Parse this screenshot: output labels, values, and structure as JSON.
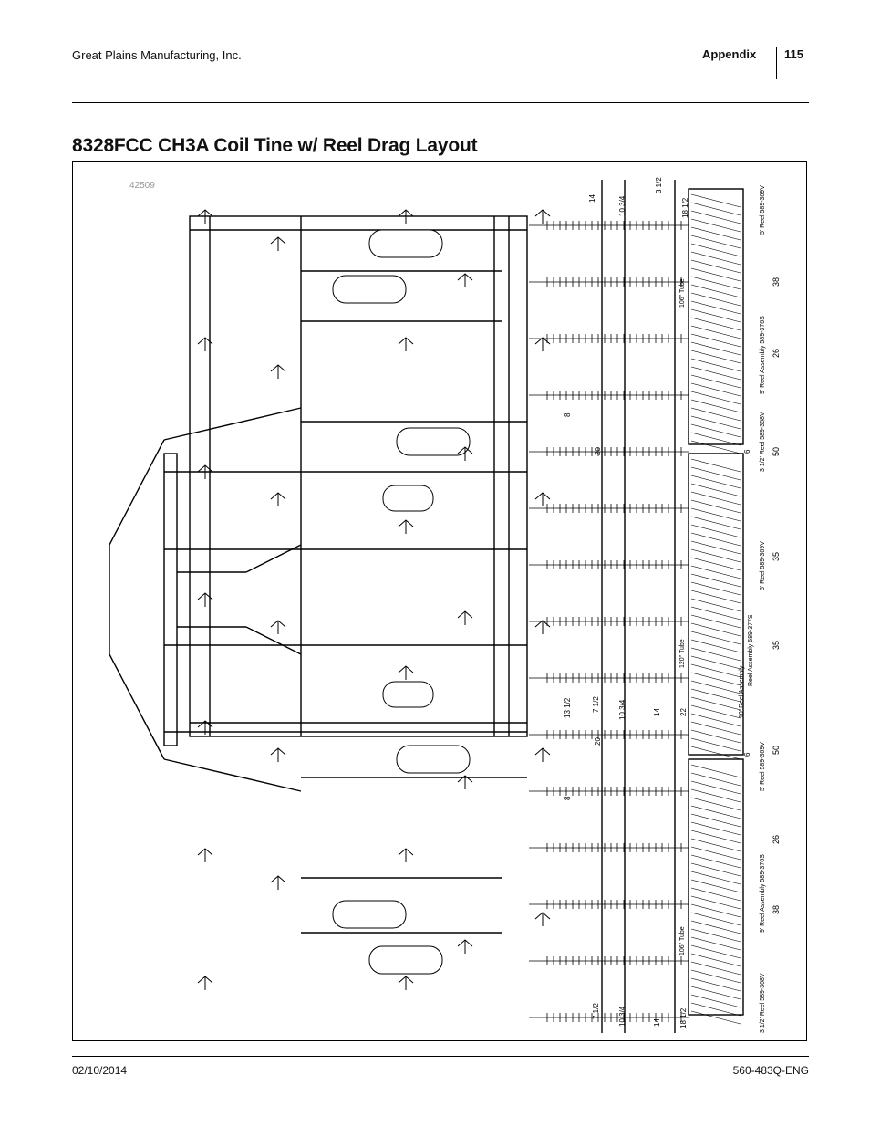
{
  "header": {
    "company": "Great Plains Manufacturing, Inc.",
    "section": "Appendix",
    "page_number": "115"
  },
  "title": "8328FCC CH3A Coil Tine w/ Reel Drag Layout",
  "figure": {
    "id": "42509",
    "dimensions": [
      "38",
      "26",
      "50",
      "35",
      "35",
      "50",
      "26",
      "38"
    ],
    "reel_labels": [
      "5' Reel 589-369V",
      "9' Reel Assembly 589-376S",
      "3 1/2' Reel 589-368V",
      "5' Reel 589-369V",
      "Reel Assembly 589-377S",
      "10' Reel Assembly",
      "5' Reel 589-369V",
      "9' Reel Assembly 589-376S",
      "3 1/2' Reel 589-368V"
    ],
    "tube_labels": [
      "106\" Tube",
      "120\" Tube",
      "106\" Tube"
    ],
    "spacing_labels": [
      "14",
      "10 3/4",
      "3 1/2",
      "18 1/2",
      "8",
      "20",
      "6",
      "13 1/2",
      "7 1/2",
      "10 3/4",
      "14",
      "22",
      "20",
      "6",
      "8",
      "7 1/2",
      "10 3/4",
      "14",
      "18 1/2"
    ]
  },
  "footer": {
    "date": "02/10/2014",
    "doc_number": "560-483Q-ENG"
  }
}
